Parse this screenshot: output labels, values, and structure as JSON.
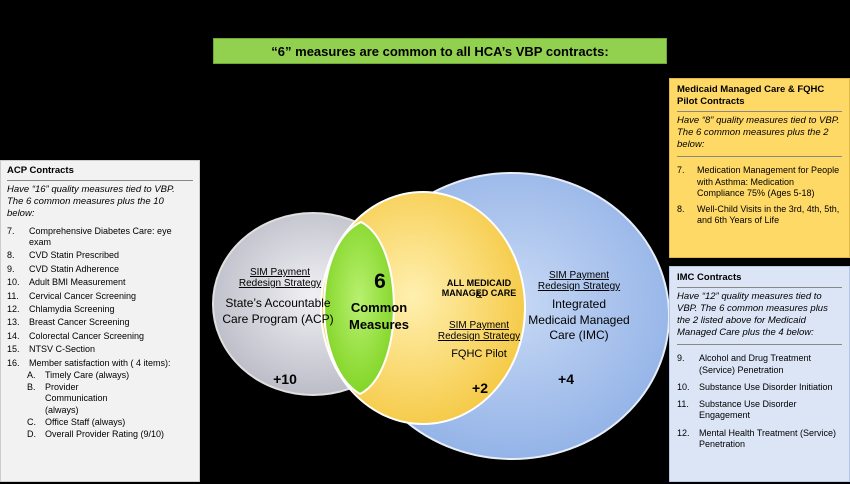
{
  "banner": "“6” measures are common to all HCA’s VBP contracts:",
  "acp": {
    "title": "ACP Contracts",
    "intro": "Have “16” quality measures tied to VBP. The 6 common measures  plus the 10 below:",
    "items": [
      {
        "num": "7.",
        "text": "Comprehensive Diabetes Care: eye exam"
      },
      {
        "num": "8.",
        "text": "CVD Statin Prescribed"
      },
      {
        "num": "9.",
        "text": "CVD Statin Adherence"
      },
      {
        "num": "10.",
        "text": "Adult BMI Measurement"
      },
      {
        "num": "11.",
        "text": "Cervical Cancer Screening"
      },
      {
        "num": "12.",
        "text": "Chlamydia Screening"
      },
      {
        "num": "13.",
        "text": "Breast Cancer Screening"
      },
      {
        "num": "14.",
        "text": "Colorectal Cancer Screening"
      },
      {
        "num": "15.",
        "text": "NTSV C-Section"
      },
      {
        "num": "16.",
        "text": "Member satisfaction with ( 4 items):"
      }
    ],
    "subitems": [
      {
        "num": "A.",
        "text": "Timely Care (always)"
      },
      {
        "num": "B.",
        "text": "Provider Communication (always)"
      },
      {
        "num": "C.",
        "text": "Office Staff (always)"
      },
      {
        "num": "D.",
        "text": "Overall Provider Rating (9/10)"
      }
    ]
  },
  "mmc": {
    "title": "Medicaid Managed Care & FQHC Pilot Contracts",
    "intro": "Have “8” quality measures tied to VBP.  The 6 common measures plus the 2 below:",
    "items": [
      {
        "num": "7.",
        "text": "Medication Management for People with Asthma:    Medication Compliance 75% (Ages 5-18)"
      },
      {
        "num": "8.",
        "text": "Well-Child Visits in the 3rd, 4th, 5th, and 6th Years of Life"
      }
    ]
  },
  "imc": {
    "title": "IMC Contracts",
    "intro": "Have “12” quality measures tied to VBP. The 6 common measures plus the 2 listed above for Medicaid Managed Care plus the 4 below:",
    "items": [
      {
        "num": "9.",
        "text": "Alcohol and Drug Treatment (Service) Penetration"
      },
      {
        "num": "10.",
        "text": "Substance Use Disorder Initiation"
      },
      {
        "num": "11.",
        "text": "Substance Use Disorder Engagement"
      },
      {
        "num": "12.",
        "text": "Mental Health Treatment (Service) Penetration"
      }
    ]
  },
  "venn": {
    "acp": {
      "strategy": "SIM Payment Redesign Strategy",
      "name": "State’s Accountable Care Program (ACP)",
      "count": "+10"
    },
    "common": {
      "number": "6",
      "label": "Common Measures"
    },
    "fqhc": {
      "title": "ALL MEDICAID MANAGED CARE",
      "amp": "&",
      "strategy": "SIM Payment Redesign Strategy",
      "name": "FQHC Pilot",
      "count": "+2"
    },
    "imc": {
      "strategy": "SIM Payment Redesign Strategy",
      "name": "Integrated Medicaid Managed Care (IMC)",
      "count": "+4"
    }
  },
  "colors": {
    "banner": "#92d050",
    "acp_circle": "#d0d0d8",
    "imc_circle": "#a9c4ee",
    "fqhc_circle": "#ffd966",
    "common_circle": "#92e040"
  }
}
